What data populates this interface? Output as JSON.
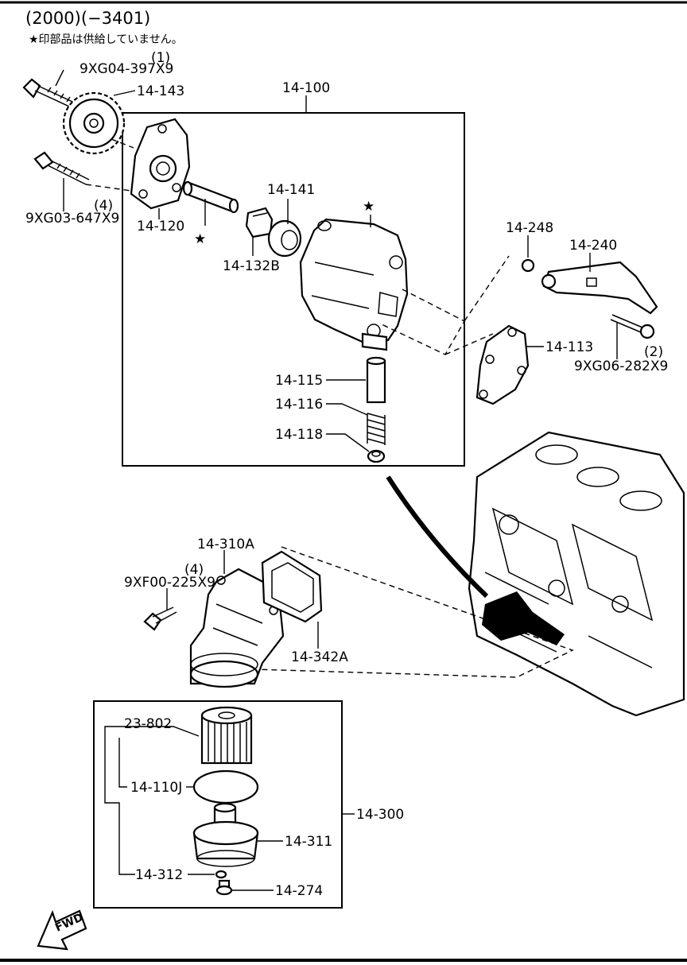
{
  "header": {
    "range": "(2000)(−3401)",
    "note": "★印部品は供給していません。"
  },
  "symbols": {
    "star": "★"
  },
  "fwd_label": "FWD",
  "labels": {
    "q1": "(1)",
    "b1": "9XG04-397X9",
    "p14143": "14-143",
    "p14100": "14-100",
    "q4a": "(4)",
    "b2": "9XG03-647X9",
    "p14120": "14-120",
    "p14141": "14-141",
    "p14132b": "14-132B",
    "p14248": "14-248",
    "p14240": "14-240",
    "p14113": "14-113",
    "q2": "(2)",
    "b3": "9XG06-282X9",
    "p14115": "14-115",
    "p14116": "14-116",
    "p14118": "14-118",
    "p14310a": "14-310A",
    "q4b": "(4)",
    "b4": "9XF00-225X9",
    "p14342a": "14-342A",
    "p23802": "23-802",
    "p14110j": "14-110J",
    "p14300": "14-300",
    "p14311": "14-311",
    "p14312": "14-312",
    "p14274": "14-274"
  }
}
